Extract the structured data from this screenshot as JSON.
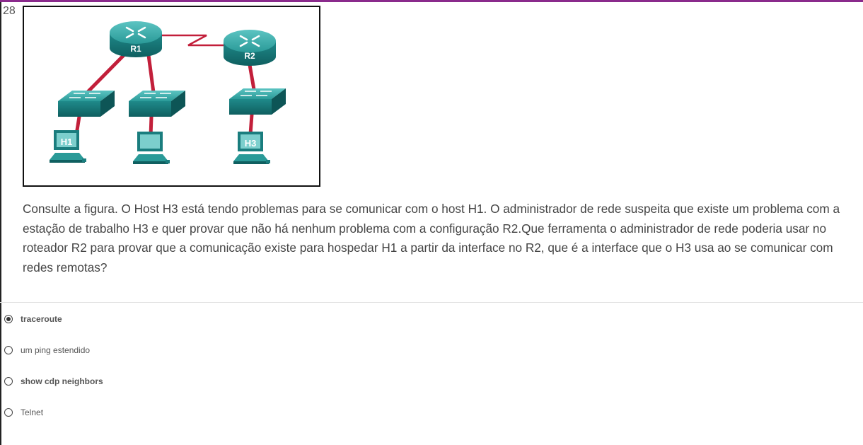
{
  "question": {
    "number": "28",
    "text": "Consulte a figura. O Host H3 está tendo problemas para se comunicar com o host H1. O administrador de rede suspeita que existe um problema com a estação de trabalho H3 e quer provar que não há nenhum problema com a configuração R2.Que ferramenta o administrador de rede poderia usar no roteador R2 para provar que a comunicação existe para hospedar H1 a partir da interface no R2, que é a interface que o H3 usa ao se comunicar com redes remotas?"
  },
  "figure": {
    "router1_label": "R1",
    "router2_label": "R2",
    "host1_label": "H1",
    "host3_label": "H3",
    "colors": {
      "device_teal": "#1f8a8a",
      "device_dark": "#0f5f60",
      "link_red": "#c21f3a"
    }
  },
  "answers": [
    {
      "label": "traceroute",
      "selected": true,
      "bold": true
    },
    {
      "label": "um ping estendido",
      "selected": false,
      "bold": false
    },
    {
      "label": "show cdp neighbors",
      "selected": false,
      "bold": true
    },
    {
      "label": "Telnet",
      "selected": false,
      "bold": false
    }
  ]
}
